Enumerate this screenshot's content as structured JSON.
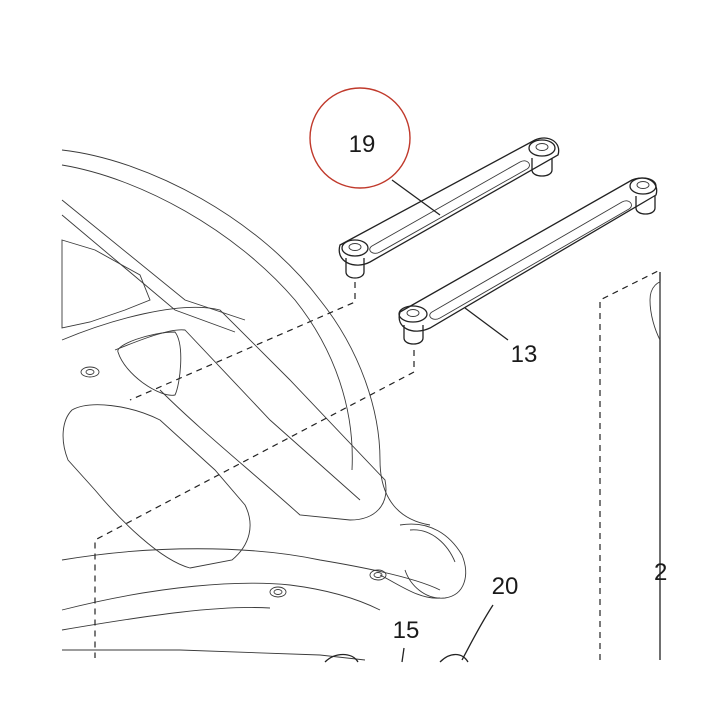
{
  "callouts": [
    {
      "id": "callout-19",
      "text": "19",
      "highlighted": true
    },
    {
      "id": "callout-13",
      "text": "13",
      "highlighted": false
    },
    {
      "id": "callout-20",
      "text": "20",
      "highlighted": false
    },
    {
      "id": "callout-15",
      "text": "15",
      "highlighted": false
    }
  ],
  "colors": {
    "highlight_circle": "#c0392b",
    "line_art": "#222222",
    "background": "#ffffff"
  }
}
